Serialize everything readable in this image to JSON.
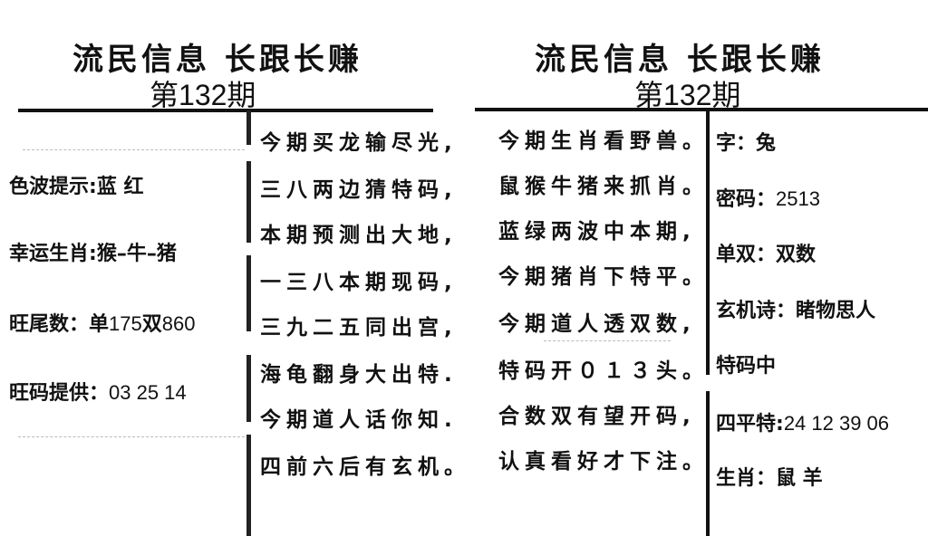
{
  "left_panel": {
    "title": "流民信息 长跟长赚",
    "issue_prefix": "第",
    "issue_number": "132",
    "issue_suffix": "期",
    "info": [
      {
        "label": "色波提示:",
        "value": "蓝 红"
      },
      {
        "label": "幸运生肖:",
        "value": "猴–牛–猪"
      },
      {
        "label": "旺尾数：",
        "value_odd_label": "单",
        "value_odd": "175",
        "value_even_label": "双",
        "value_even": "860"
      },
      {
        "label": "旺码提供：",
        "value": "03 25 14"
      }
    ],
    "poem": [
      "今期买龙输尽光,",
      "三八两边猜特码,",
      "本期预测出大地,",
      "一三八本期现码,",
      "三九二五同出宫,",
      "海龟翻身大出特.",
      "今期道人话你知.",
      "四前六后有玄机。"
    ]
  },
  "right_panel": {
    "title": "流民信息 长跟长赚",
    "issue_prefix": "第",
    "issue_number": "132",
    "issue_suffix": "期",
    "poem": [
      "今期生肖看野兽。",
      "鼠猴牛猪来抓肖。",
      "蓝绿两波中本期,",
      "今期猪肖下特平。",
      "今期道人透双数,",
      "特码开０１３头。",
      "合数双有望开码,",
      "认真看好才下注。"
    ],
    "info": [
      {
        "label": "字：",
        "value": "兔"
      },
      {
        "label": "密码：",
        "value": "2513"
      },
      {
        "label": "单双：",
        "value": "双数"
      },
      {
        "label": "玄机诗：",
        "value": "睹物思人"
      },
      {
        "label": "",
        "value": "特码中"
      },
      {
        "label": "四平特:",
        "value": "24 12 39 06"
      },
      {
        "label": "生肖：",
        "value": "鼠 羊"
      }
    ]
  }
}
